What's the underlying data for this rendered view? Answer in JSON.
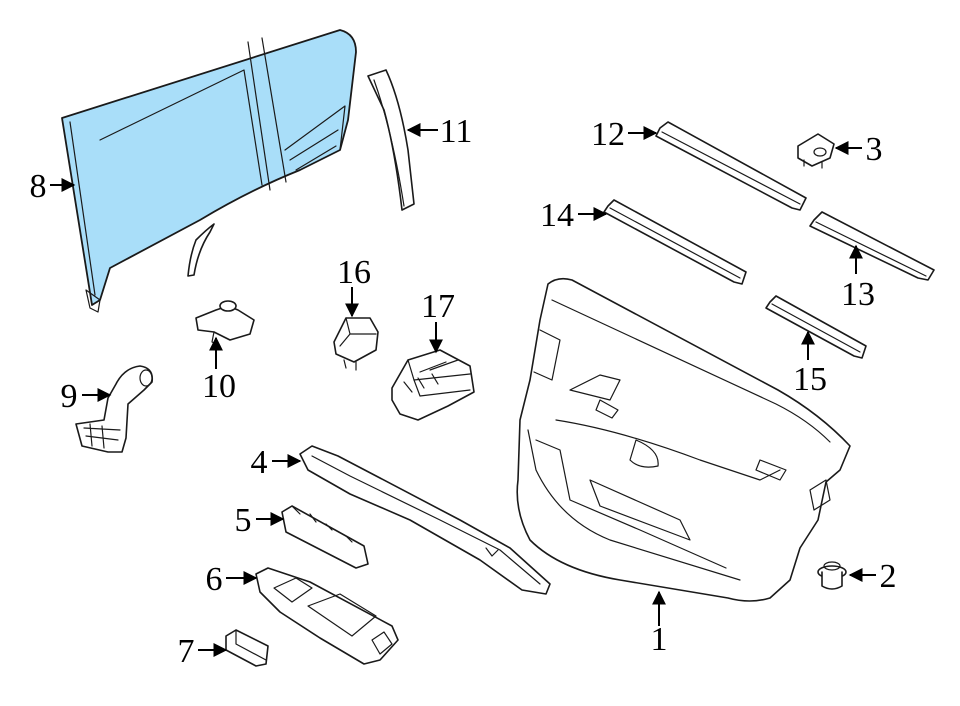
{
  "diagram": {
    "callouts": [
      {
        "id": "1",
        "label": "1"
      },
      {
        "id": "2",
        "label": "2"
      },
      {
        "id": "3",
        "label": "3"
      },
      {
        "id": "4",
        "label": "4"
      },
      {
        "id": "5",
        "label": "5"
      },
      {
        "id": "6",
        "label": "6"
      },
      {
        "id": "7",
        "label": "7"
      },
      {
        "id": "8",
        "label": "8"
      },
      {
        "id": "9",
        "label": "9"
      },
      {
        "id": "10",
        "label": "10"
      },
      {
        "id": "11",
        "label": "11"
      },
      {
        "id": "12",
        "label": "12"
      },
      {
        "id": "13",
        "label": "13"
      },
      {
        "id": "14",
        "label": "14"
      },
      {
        "id": "15",
        "label": "15"
      },
      {
        "id": "16",
        "label": "16"
      },
      {
        "id": "17",
        "label": "17"
      }
    ],
    "colors": {
      "highlight": "#a9def9",
      "line": "#1a1a1a",
      "background": "#ffffff"
    }
  }
}
